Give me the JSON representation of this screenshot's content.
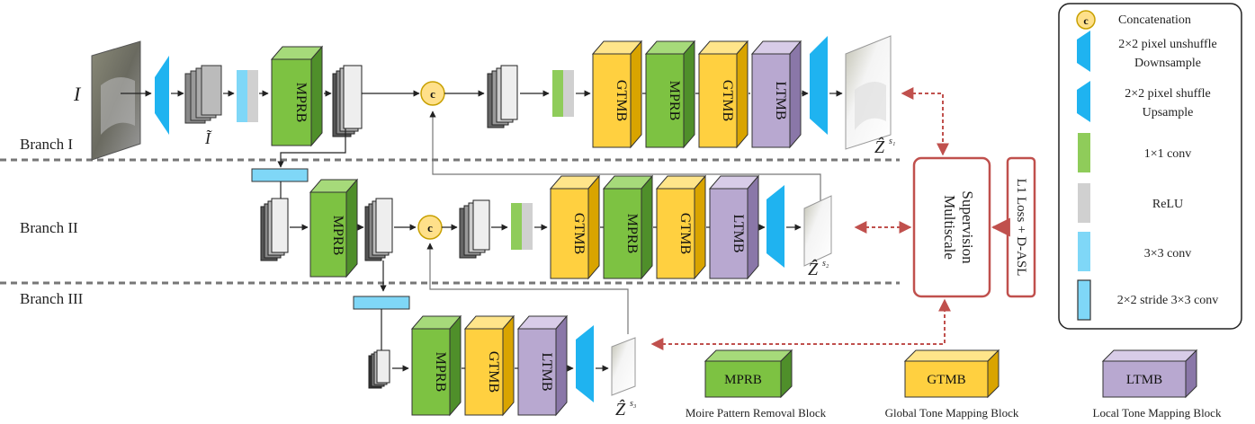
{
  "branches": {
    "one": "Branch I",
    "two": "Branch II",
    "three": "Branch III"
  },
  "symbols": {
    "input": "I",
    "input_tilde": "Ĩ",
    "concat": "c",
    "z1": "Ẑ",
    "z1_sup": "s₁",
    "z2": "Ẑ",
    "z2_sup": "s₂",
    "z3": "Ẑ",
    "z3_sup": "s₃"
  },
  "blocks": {
    "mprb": "MPRB",
    "gtmb": "GTMB",
    "ltmb": "LTMB"
  },
  "supervision": {
    "line1": "Multiscale",
    "line2": "Supervision",
    "loss": "L1 Loss + D-ASL"
  },
  "legend": {
    "concat": "Concatenation",
    "unshuffle_1": "2×2 pixel unshuffle",
    "unshuffle_2": "Downsample",
    "shuffle_1": "2×2 pixel shuffle",
    "shuffle_2": "Upsample",
    "conv1": "1×1 conv",
    "relu": "ReLU",
    "conv3": "3×3 conv",
    "stride": "2×2 stride 3×3 conv"
  },
  "bottom_legend": {
    "mprb_label": "MPRB",
    "mprb_desc": "Moire Pattern Removal Block",
    "gtmb_label": "GTMB",
    "gtmb_desc": "Global Tone Mapping Block",
    "ltmb_label": "LTMB",
    "ltmb_desc": "Local Tone Mapping Block"
  },
  "colors": {
    "mprb": "#7dc242",
    "gtmb": "#ffd040",
    "ltmb": "#b8a8d0",
    "cyan_conv": "#7fd7f7",
    "blue_pixel": "#1fb3f0",
    "green_conv": "#8fcc5a",
    "relu": "#d0d0d0",
    "red": "#c0504d",
    "concat_fill": "#ffe08a"
  }
}
